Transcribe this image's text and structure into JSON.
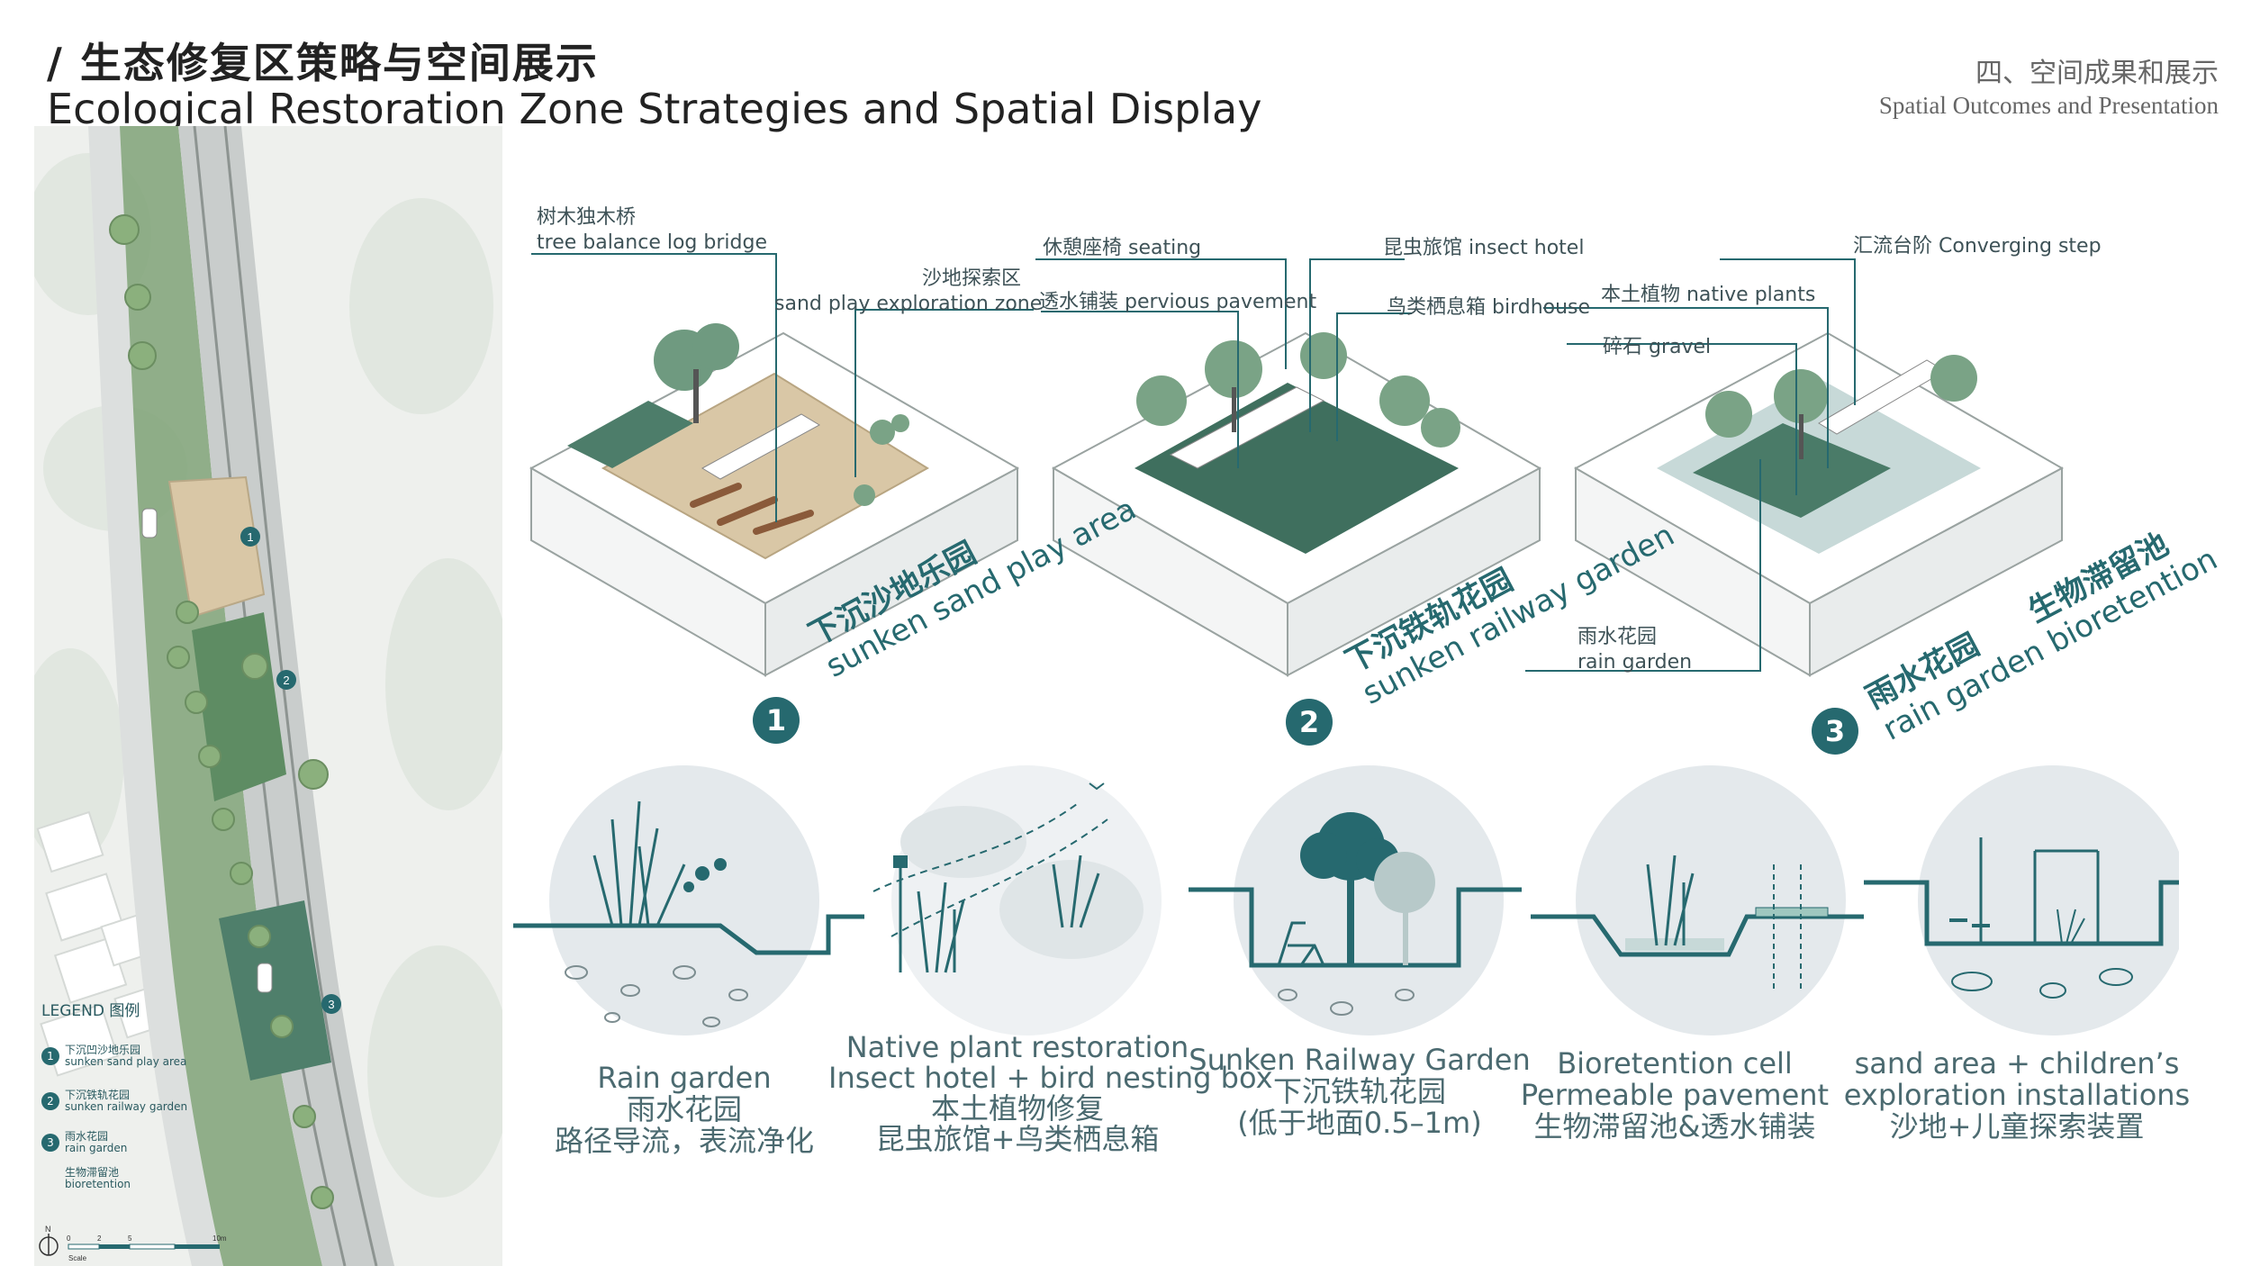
{
  "header": {
    "title_cn": "/ 生态修复区策略与空间展示",
    "title_en": "Ecological Restoration Zone Strategies and Spatial Display",
    "section_cn": "四、空间成果和展示",
    "section_en": "Spatial Outcomes and Presentation"
  },
  "callouts": {
    "log_bridge_cn": "树木独木桥",
    "log_bridge_en": "tree balance log bridge",
    "sand_zone_cn": "沙地探索区",
    "sand_zone_en": "sand play exploration zone",
    "seating": "休憩座椅 seating",
    "pavement": "透水铺装 pervious pavement",
    "insect_hotel": "昆虫旅馆 insect hotel",
    "birdhouse": "鸟类栖息箱 birdhouse",
    "native_plants": "本土植物 native plants",
    "gravel": "碎石 gravel",
    "converging_step": "汇流台阶 Converging step",
    "rain_garden_cn": "雨水花园",
    "rain_garden_en": "rain garden"
  },
  "zones": [
    {
      "number": "1",
      "cn": "下沉沙地乐园",
      "en": "sunken sand play area"
    },
    {
      "number": "2",
      "cn": "下沉铁轨花园",
      "en": "sunken railway garden"
    },
    {
      "number": "3",
      "cn": "雨水花园　　生物滞留池",
      "en": "rain garden bioretention"
    }
  ],
  "strategies": [
    {
      "line1": "Rain garden",
      "line2": "雨水花园",
      "line3": "路径导流，表流净化",
      "line4": ""
    },
    {
      "line1": "Native plant restoration",
      "line2": "Insect hotel + bird nesting box",
      "line3": "本土植物修复",
      "line4": "昆虫旅馆+鸟类栖息箱"
    },
    {
      "line1": "Sunken Railway Garden",
      "line2": "下沉铁轨花园",
      "line3": "(低于地面0.5–1m)",
      "line4": ""
    },
    {
      "line1": "Bioretention cell",
      "line2": "Permeable pavement",
      "line3": "生物滞留池&透水铺装",
      "line4": ""
    },
    {
      "line1": "sand area + children’s",
      "line2": "exploration installations",
      "line3": "沙地+儿童探索装置",
      "line4": ""
    }
  ],
  "legend": {
    "title": "LEGEND 图例",
    "items": [
      {
        "num": "1",
        "cn": "下沉凹沙地乐园",
        "en": "sunken sand play area"
      },
      {
        "num": "2",
        "cn": "下沉铁轨花园",
        "en": "sunken railway garden"
      },
      {
        "num": "3",
        "cn": "雨水花园",
        "en": "rain garden"
      },
      {
        "num": "",
        "cn": "生物滞留池",
        "en": "bioretention"
      }
    ],
    "scale_labels": [
      "0",
      "2",
      "5",
      "10m"
    ],
    "scale_word": "Scale",
    "north": "N"
  },
  "plan_markers": [
    "1",
    "2",
    "3"
  ],
  "colors": {
    "accent": "#26696f",
    "plant": "#3d7d6f",
    "sand": "#d9c7a6",
    "circle": "#e4e9ec"
  }
}
